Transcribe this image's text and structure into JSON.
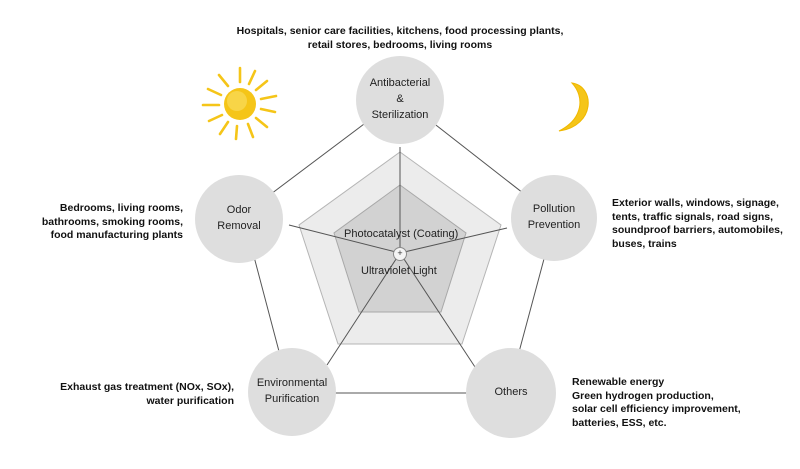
{
  "center": {
    "label_top": "Photocatalyst (Coating)",
    "plus_symbol": "+",
    "label_bottom": "Ultraviolet Light"
  },
  "nodes": {
    "top": "Antibacterial\n&\nSterilization",
    "right": "Pollution\nPrevention",
    "bottom_right": "Others",
    "bottom_left": "Environmental\nPurification",
    "left": "Odor\nRemoval"
  },
  "descriptions": {
    "top": "Hospitals, senior care facilities, kitchens, food processing plants,\nretail stores, bedrooms, living rooms",
    "right": "Exterior walls, windows, signage,\ntents, traffic signals, road signs,\nsoundproof barriers, automobiles,\nbuses, trains",
    "bottom_right": "Renewable energy\nGreen hydrogen production,\nsolar cell efficiency improvement,\nbatteries, ESS, etc.",
    "bottom_left": "Exhaust gas treatment (NOx, SOx),\nwater purification",
    "left": "Bedrooms, living rooms,\nbathrooms, smoking rooms,\nfood manufacturing plants"
  },
  "colors": {
    "node_fill": "#dedede",
    "outer_pentagon_fill": "#ececec",
    "inner_pentagon_fill": "#d2d2d2",
    "sun": "#f5c518",
    "moon": "#f5c518",
    "line": "#555555"
  },
  "icons": [
    "sun-icon",
    "moon-icon"
  ]
}
